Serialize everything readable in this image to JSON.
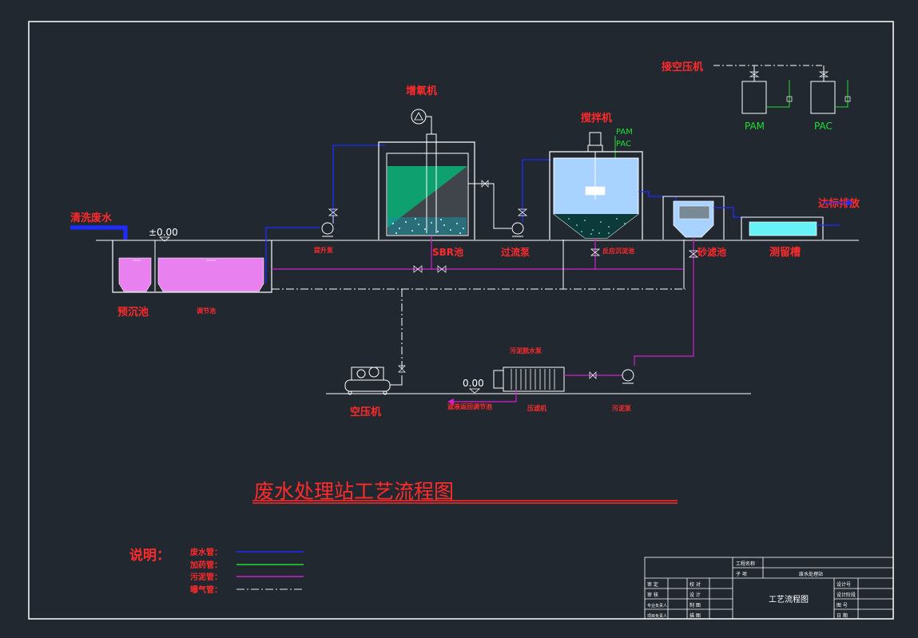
{
  "labels": {
    "washing_wastewater": "清洗废水",
    "level_mark": "±0.00",
    "pre_settling_tank": "预沉池",
    "equalization_tank": "调节池",
    "aerator": "增氧机",
    "sbr_tank": "SBR池",
    "lift_pump": "提升泵",
    "mixer": "搅拌机",
    "pam_small": "PAM",
    "pac_small": "PAC",
    "reaction_tank": "反应沉淀池",
    "overflow_pump": "过流泵",
    "sand_filter": "砂滤池",
    "monitor_tank": "测留槽",
    "discharge": "达标排放",
    "air_compressor_connection": "接空压机",
    "pam_tank": "PAM",
    "pac_tank": "PAC",
    "air_compressor": "空压机",
    "level_mark_2": "0.00",
    "sludge_pump_house": "污泥脱水泵",
    "filter_press": "压滤机",
    "sludge_pump": "污泥泵",
    "filtrate_return": "滤液返回调节池",
    "drawing_title": "废水处理站工艺流程图"
  },
  "legend": {
    "title": "说明：",
    "items": [
      {
        "label": "废水管：",
        "color": "#1e2cff",
        "style": "solid"
      },
      {
        "label": "加药管：",
        "color": "#22dd33",
        "style": "solid"
      },
      {
        "label": "污泥管：",
        "color": "#d020d0",
        "style": "solid"
      },
      {
        "label": "曝气管：",
        "color": "#e8e8e8",
        "style": "dashdot"
      }
    ]
  },
  "title_block": {
    "project_label": "工程名称",
    "sub_label": "子 项",
    "sub_value": "废水处理站",
    "drawing_name": "工艺流程图",
    "left_rows": [
      [
        "审 定",
        "校 对"
      ],
      [
        "审 核",
        "设 计"
      ],
      [
        "专业负责人",
        "制 图"
      ],
      [
        "项目负责人",
        "描 图"
      ]
    ],
    "right_rows": [
      "设计号",
      "设计阶段",
      "图 号",
      "日 期"
    ]
  },
  "colors": {
    "background": "#212830",
    "frame": "#ffffff",
    "label_red": "#ff2a2a",
    "wastewater_pipe": "#1e2cff",
    "dosing_pipe": "#22dd33",
    "sludge_pipe": "#d020d0",
    "sbr_fill": "#0fa070",
    "reaction_fill": "#a8d2ff",
    "monitor_fill": "#66f2f6",
    "equalization_fill": "#e880f0"
  }
}
